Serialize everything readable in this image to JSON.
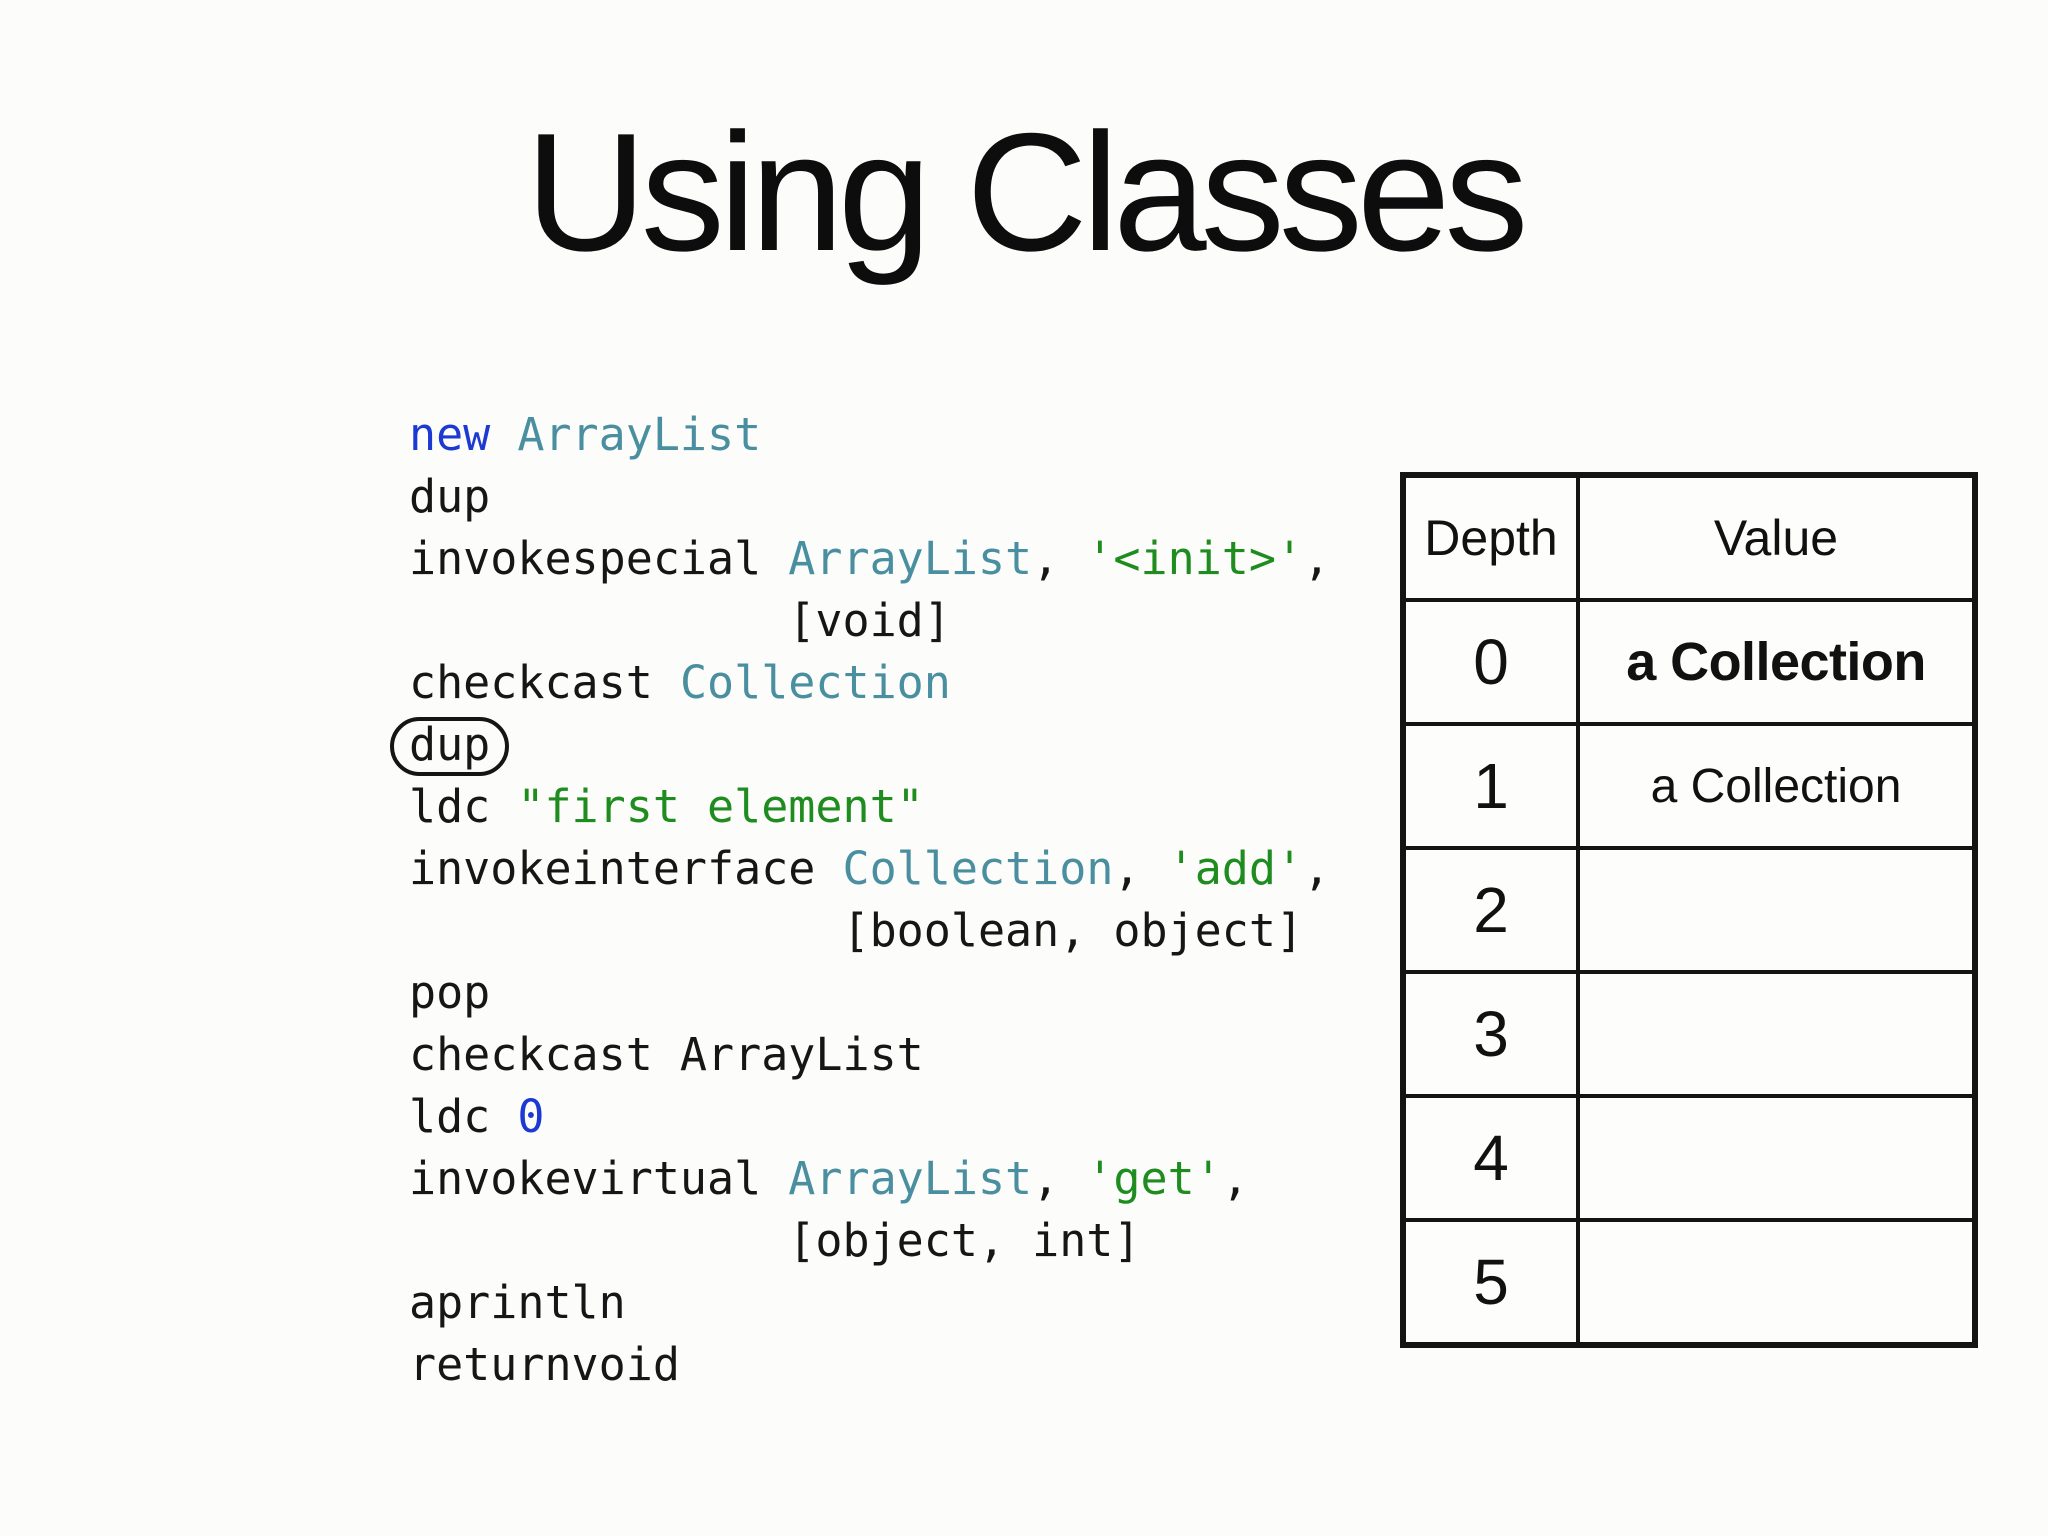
{
  "slide": {
    "title": "Using Classes",
    "background": "#fcfcfb"
  },
  "colors": {
    "keyword": "#1c3ad2",
    "classname": "#4a8fa0",
    "string": "#1f8c1f",
    "code_default": "#161616",
    "table_border": "#141414"
  },
  "code": {
    "lines": [
      {
        "segments": [
          {
            "text": "new",
            "color": "keyword"
          },
          {
            "text": " "
          },
          {
            "text": "ArrayList",
            "color": "classname"
          }
        ]
      },
      {
        "segments": [
          {
            "text": "dup"
          }
        ]
      },
      {
        "segments": [
          {
            "text": "invokespecial "
          },
          {
            "text": "ArrayList",
            "color": "classname"
          },
          {
            "text": ", "
          },
          {
            "text": "'<init>'",
            "color": "string"
          },
          {
            "text": ","
          }
        ]
      },
      {
        "segments": [
          {
            "text": "              [void]"
          }
        ]
      },
      {
        "segments": [
          {
            "text": "checkcast "
          },
          {
            "text": "Collection",
            "color": "classname"
          }
        ]
      },
      {
        "segments": [
          {
            "text": "dup",
            "circled": true
          }
        ]
      },
      {
        "segments": [
          {
            "text": "ldc "
          },
          {
            "text": "\"first element\"",
            "color": "string"
          }
        ]
      },
      {
        "segments": [
          {
            "text": "invokeinterface "
          },
          {
            "text": "Collection",
            "color": "classname"
          },
          {
            "text": ", "
          },
          {
            "text": "'add'",
            "color": "string"
          },
          {
            "text": ","
          }
        ]
      },
      {
        "segments": [
          {
            "text": "                [boolean, object]"
          }
        ]
      },
      {
        "segments": [
          {
            "text": "pop"
          }
        ]
      },
      {
        "segments": [
          {
            "text": "checkcast ArrayList"
          }
        ]
      },
      {
        "segments": [
          {
            "text": "ldc "
          },
          {
            "text": "0",
            "color": "keyword"
          }
        ]
      },
      {
        "segments": [
          {
            "text": "invokevirtual "
          },
          {
            "text": "ArrayList",
            "color": "classname"
          },
          {
            "text": ", "
          },
          {
            "text": "'get'",
            "color": "string"
          },
          {
            "text": ","
          }
        ]
      },
      {
        "segments": [
          {
            "text": "              [object, int]"
          }
        ]
      },
      {
        "segments": [
          {
            "text": "aprintln"
          }
        ]
      },
      {
        "segments": [
          {
            "text": "returnvoid"
          }
        ]
      }
    ]
  },
  "stack_table": {
    "headers": [
      "Depth",
      "Value"
    ],
    "rows": [
      {
        "depth": "0",
        "value": "a Collection",
        "bold": true
      },
      {
        "depth": "1",
        "value": "a Collection",
        "bold": false
      },
      {
        "depth": "2",
        "value": "",
        "bold": false
      },
      {
        "depth": "3",
        "value": "",
        "bold": false
      },
      {
        "depth": "4",
        "value": "",
        "bold": false
      },
      {
        "depth": "5",
        "value": "",
        "bold": false
      }
    ]
  }
}
